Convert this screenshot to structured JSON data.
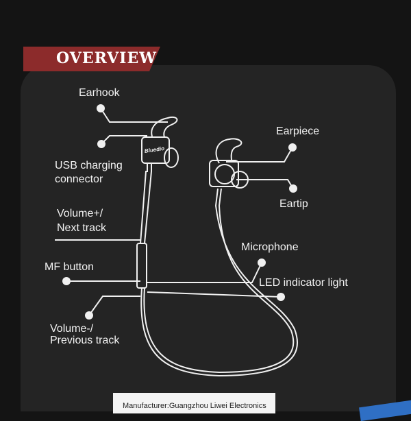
{
  "banner": {
    "title": "OVERVIEW"
  },
  "labels": {
    "earhook": "Earhook",
    "usb_line1": "USB charging",
    "usb_line2": "connector",
    "earpiece": "Earpiece",
    "eartip": "Eartip",
    "vol_up_line1": "Volume+/",
    "vol_up_line2": "Next track",
    "mf_button": "MF button",
    "microphone": "Microphone",
    "led": "LED indicator light",
    "vol_down_line1": "Volume-/",
    "vol_down_line2": "Previous track"
  },
  "earbud_logo": "Bluedio",
  "manufacturer": "Manufacturer:Guangzhou Liwei Electronics",
  "colors": {
    "banner": "#8c2b2b",
    "panel": "#242424",
    "background": "#141414"
  }
}
